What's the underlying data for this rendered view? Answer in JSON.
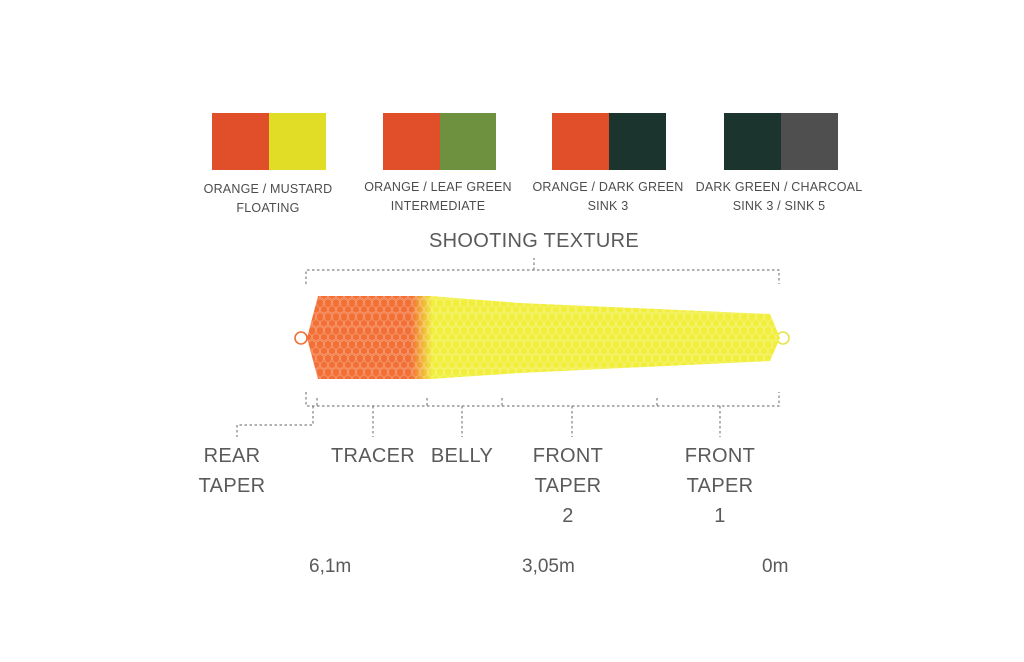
{
  "colours": [
    {
      "caption1": "ORANGE / MUSTARD",
      "caption2": "FLOATING",
      "left": "#e04e2a",
      "right": "#e1dc25"
    },
    {
      "caption1": "ORANGE / LEAF GREEN",
      "caption2": "INTERMEDIATE",
      "left": "#e04e2a",
      "right": "#6d913e"
    },
    {
      "caption1": "ORANGE / DARK GREEN",
      "caption2": "SINK 3",
      "left": "#e04e2a",
      "right": "#1b352e"
    },
    {
      "caption1": "DARK GREEN / CHARCOAL",
      "caption2": "SINK 3 / SINK 5",
      "left": "#1b352e",
      "right": "#4f4f4f"
    }
  ],
  "diagram": {
    "title": "SHOOTING TEXTURE",
    "sections": [
      {
        "line1": "REAR",
        "line2": "TAPER",
        "line3": ""
      },
      {
        "line1": "TRACER",
        "line2": "",
        "line3": ""
      },
      {
        "line1": "BELLY",
        "line2": "",
        "line3": ""
      },
      {
        "line1": "FRONT",
        "line2": "TAPER",
        "line3": "2"
      },
      {
        "line1": "FRONT",
        "line2": "TAPER",
        "line3": "1"
      }
    ],
    "distances": [
      "6,1m",
      "3,05m",
      "0m"
    ],
    "line_colors": {
      "orange": "#f26f35",
      "yellow": "#f1ee3c",
      "outline": "#e9e24a"
    }
  }
}
